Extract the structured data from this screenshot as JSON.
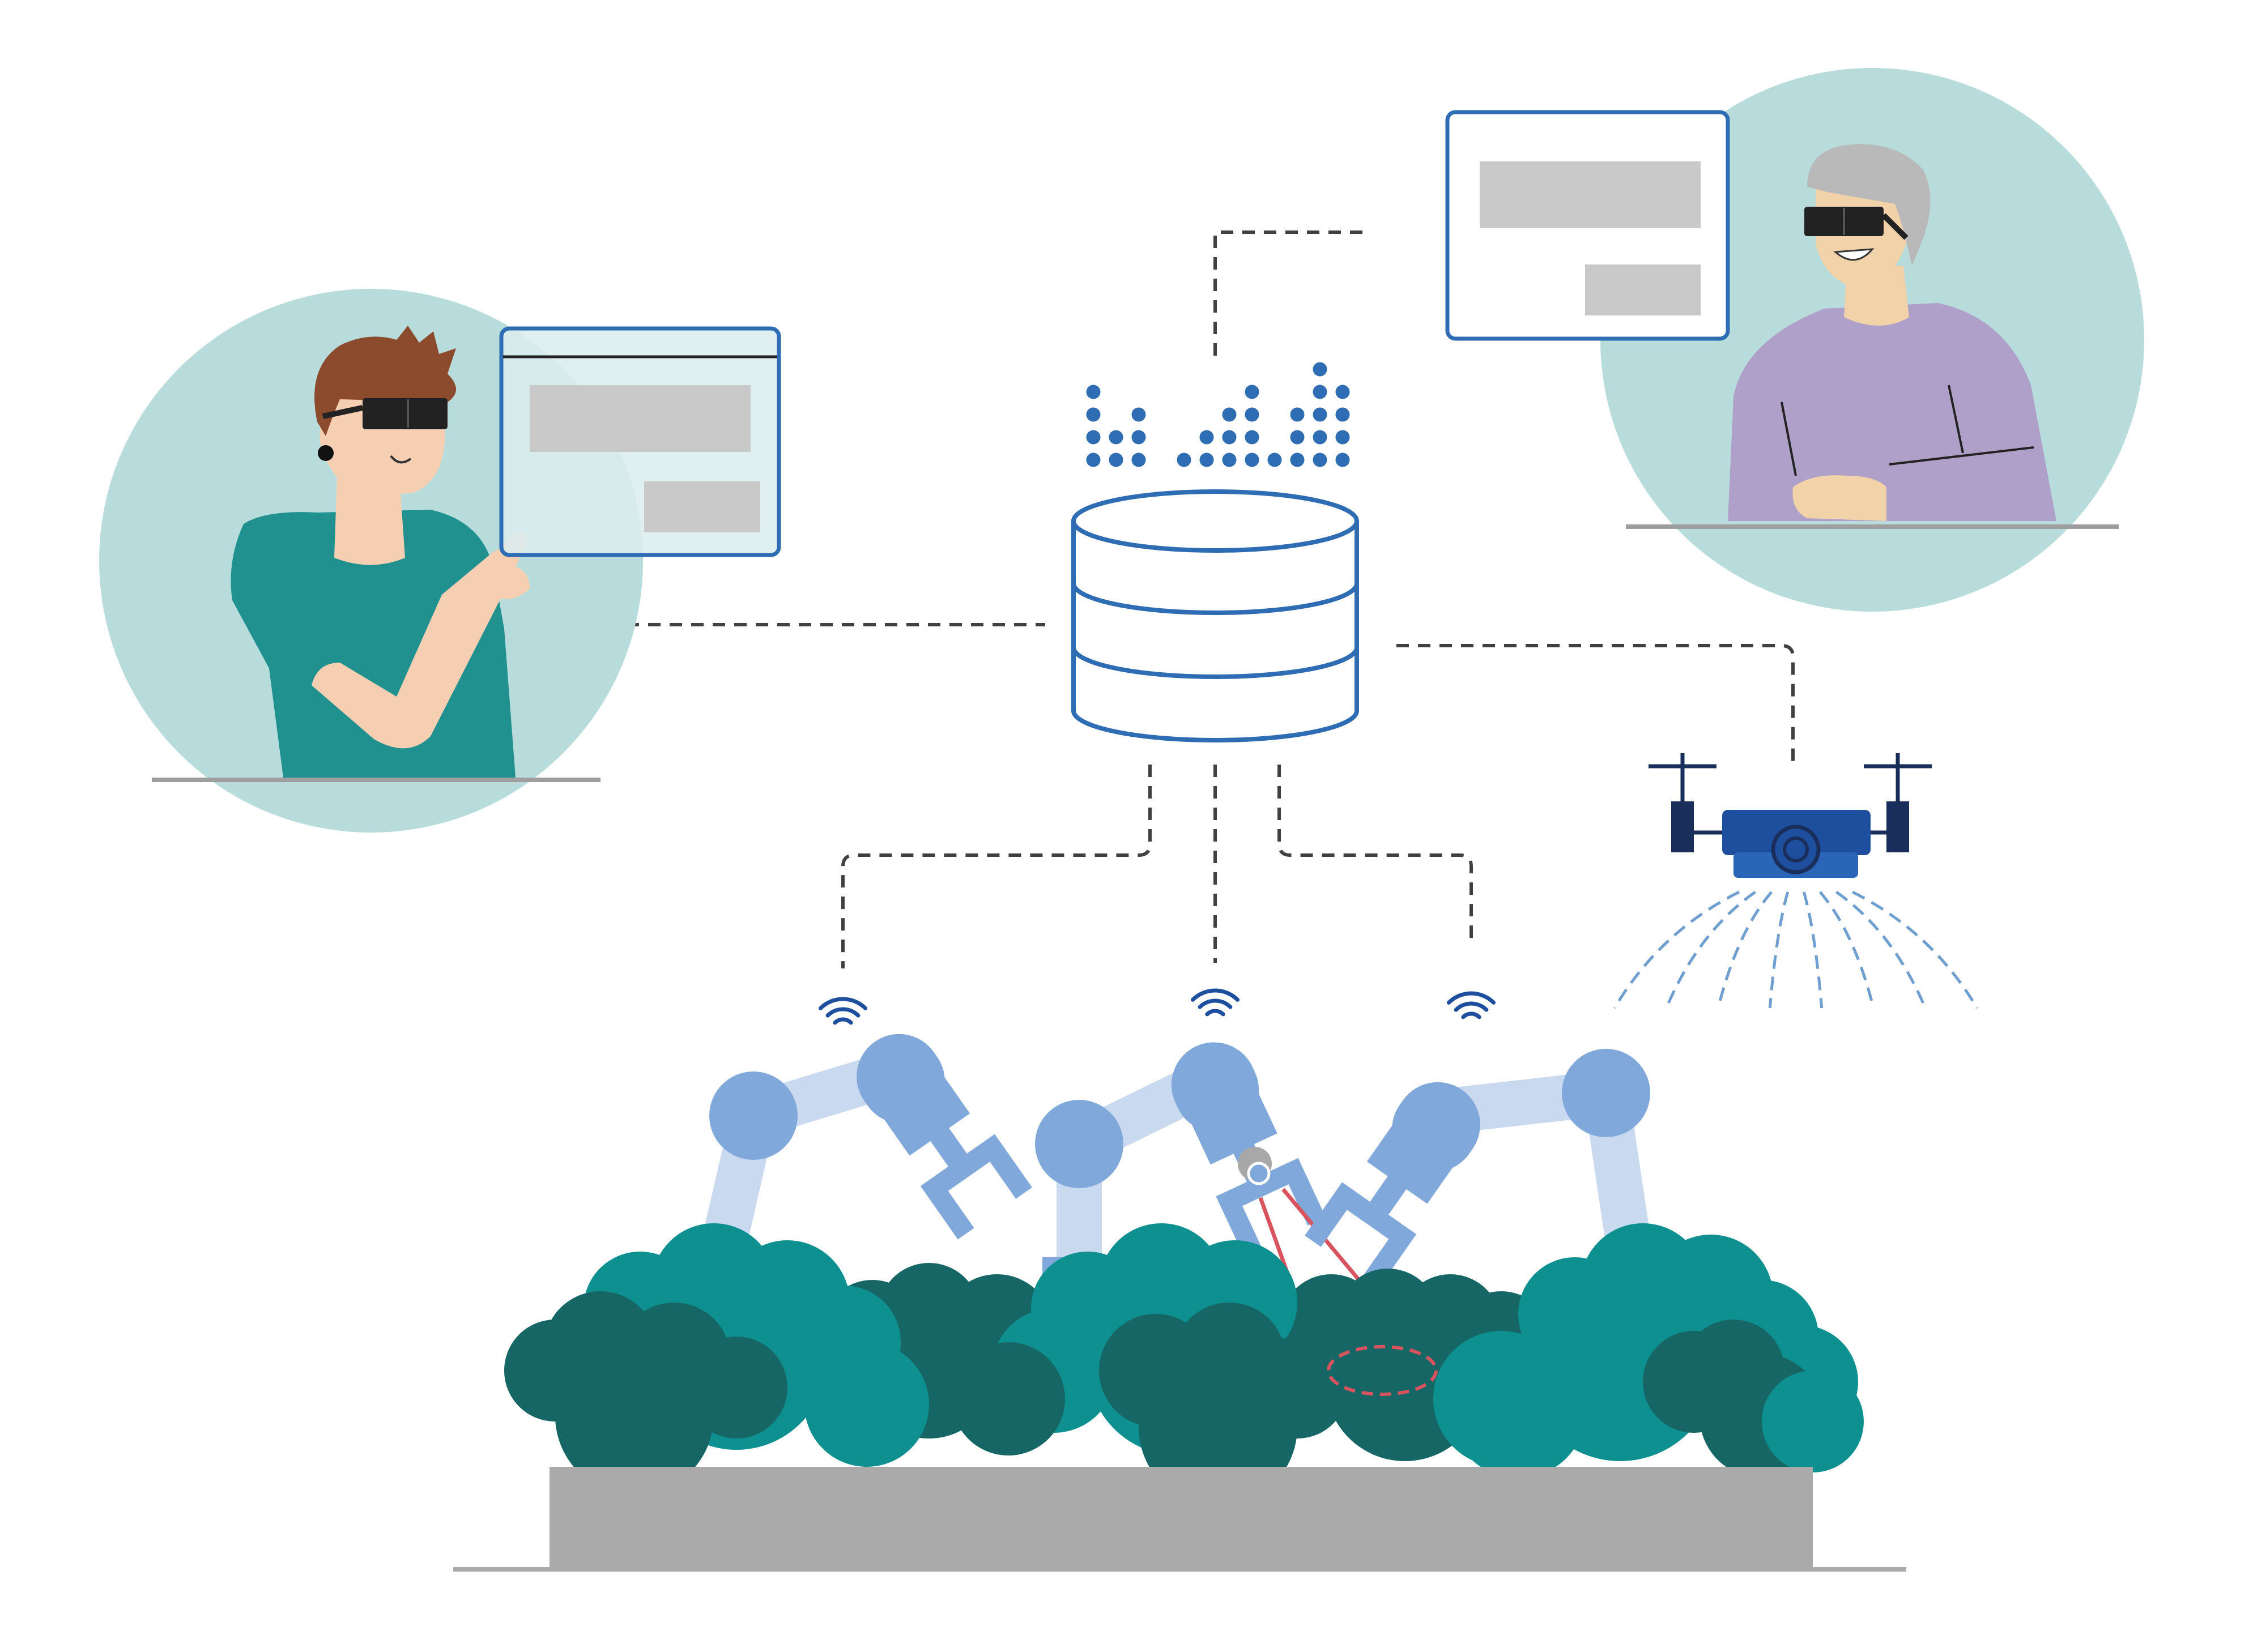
{
  "colors": {
    "circle_bg": "#B8DCDB",
    "db_stroke": "#2E6DB4",
    "data_dots": "#2E6DB4",
    "panel_border": "#2E6DB4",
    "panel_fill_left": "#DCEDEE",
    "panel_bar": "#C9C9C9",
    "dashed_line": "#404040",
    "robot_joint": "#80A8DB",
    "robot_link": "#C9D9EF",
    "bush_light": "#0E9090",
    "bush_dark": "#166666",
    "planter": "#AAAAAA",
    "laser": "#D9535F",
    "drone_body": "#1E4F9E",
    "drone_dark": "#1A2E5C",
    "spray": "#6E9FD0",
    "shirt_teal": "#219190",
    "shirt_purple": "#AFA0C9",
    "skin": "#F6CFB3",
    "skin_old": "#F2D2A8",
    "hair_brown": "#8B4B2C",
    "hair_grey": "#B9B9B9",
    "glasses": "#222222",
    "desk": "#9E9E9E"
  },
  "icons": {
    "database": "database-icon",
    "data_bars": "data-bars-icon",
    "wifi": "wifi-signal-icon",
    "drone": "drone-icon",
    "robot_arm": "robot-arm-icon",
    "vr_glasses": "vr-glasses-icon"
  },
  "data_bars": {
    "column_dot_counts": [
      4,
      2,
      3,
      0,
      1,
      2,
      3,
      4,
      1,
      3,
      5,
      4
    ]
  },
  "spray_line_count": 8
}
